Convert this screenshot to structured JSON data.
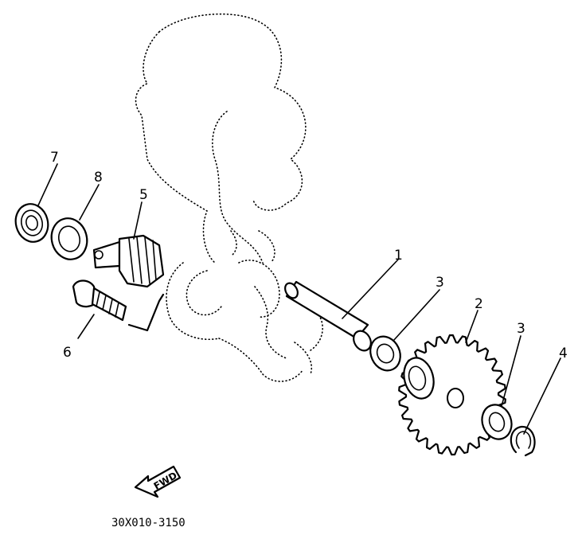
{
  "callouts": [
    {
      "id": "1",
      "text": "1"
    },
    {
      "id": "2",
      "text": "2"
    },
    {
      "id": "3a",
      "text": "3"
    },
    {
      "id": "3b",
      "text": "3"
    },
    {
      "id": "4",
      "text": "4"
    },
    {
      "id": "5",
      "text": "5"
    },
    {
      "id": "6",
      "text": "6"
    },
    {
      "id": "7",
      "text": "7"
    },
    {
      "id": "8",
      "text": "8"
    }
  ],
  "fwd_label": "FWD",
  "diagram_code": "30X010-3150"
}
